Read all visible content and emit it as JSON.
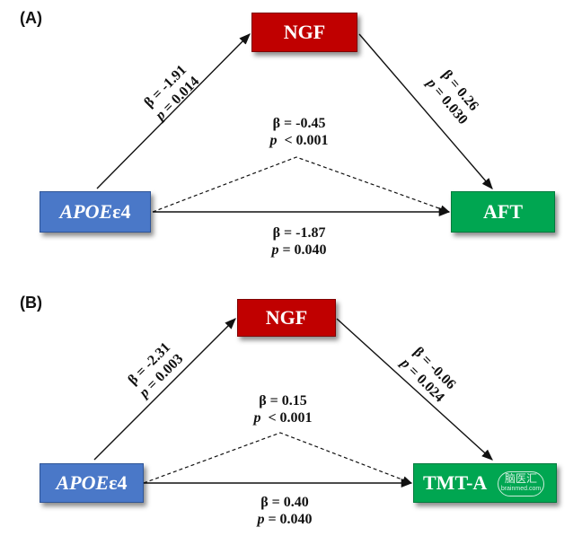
{
  "panels": [
    {
      "label": "(A)",
      "mediator": "NGF",
      "predictor": {
        "italic": "APOE",
        "rest": " ε4"
      },
      "outcome": "AFT",
      "path_a": {
        "beta": "β = -1.91",
        "p_lead": "p",
        "p_rest": " = 0.014"
      },
      "path_b": {
        "beta": "β = 0.26",
        "p_lead": "p",
        "p_rest": " = 0.030"
      },
      "indirect": {
        "beta": "β = -0.45",
        "p_lead": "p",
        "p_rest": "  < 0.001"
      },
      "direct": {
        "beta": "β = -1.87",
        "p_lead": "p",
        "p_rest": " = 0.040"
      }
    },
    {
      "label": "(B)",
      "mediator": "NGF",
      "predictor": {
        "italic": "APOE",
        "rest": " ε4"
      },
      "outcome": "TMT-A",
      "path_a": {
        "beta": "β = -2.31",
        "p_lead": "p",
        "p_rest": " = 0.003"
      },
      "path_b": {
        "beta": "β = -0.06",
        "p_lead": "p",
        "p_rest": " = 0.024"
      },
      "indirect": {
        "beta": "β = 0.15",
        "p_lead": "p",
        "p_rest": "  < 0.001"
      },
      "direct": {
        "beta": "β = 0.40",
        "p_lead": "p",
        "p_rest": " = 0.040"
      }
    }
  ],
  "watermark": {
    "text": "brainmed.com",
    "glyph": "脑医汇"
  },
  "colors": {
    "mediator": "#c00000",
    "predictor": "#4a78c8",
    "outcome": "#00a651"
  }
}
